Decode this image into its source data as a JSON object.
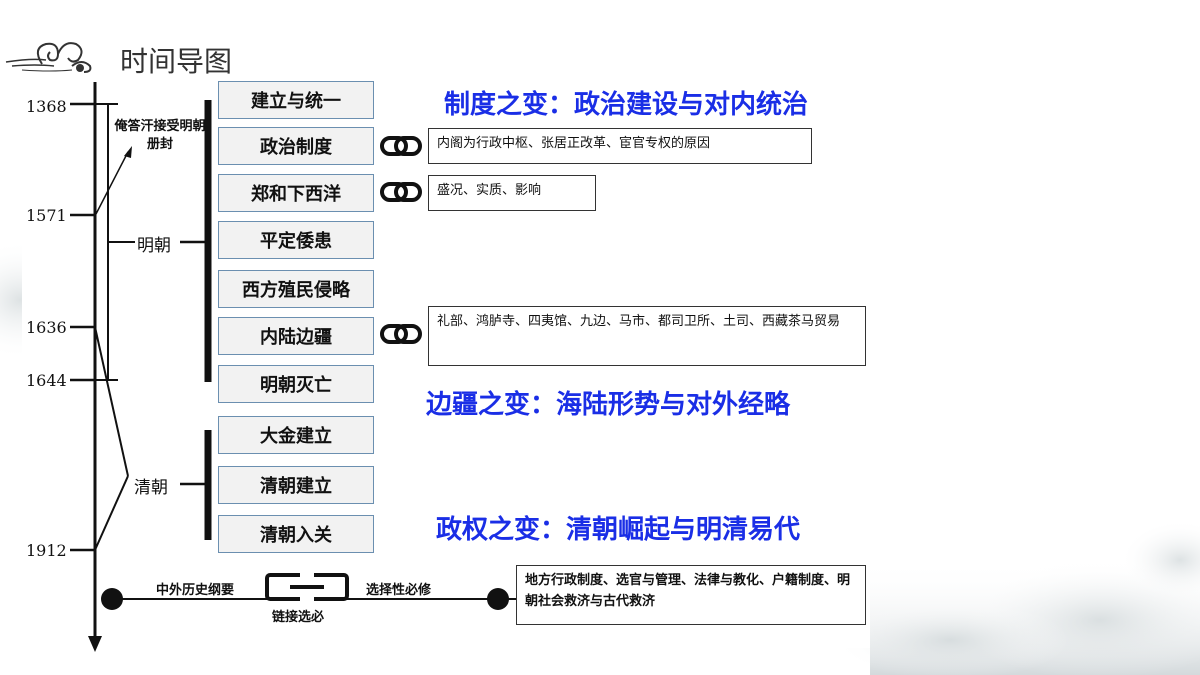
{
  "page_title": "时间导图",
  "timeline": {
    "years": [
      "1368",
      "1571",
      "1636",
      "1644",
      "1912"
    ],
    "dynasties": {
      "ming": "明朝",
      "qing": "清朝"
    },
    "note": "俺答汗接受明朝册封"
  },
  "ming_topics": [
    "建立与统一",
    "政治制度",
    "郑和下西洋",
    "平定倭患",
    "西方殖民侵略",
    "内陆边疆",
    "明朝灭亡"
  ],
  "qing_topics": [
    "大金建立",
    "清朝建立",
    "清朝入关"
  ],
  "details": {
    "politics": "内阁为行政中枢、张居正改革、宦官专权的原因",
    "zhenghe": "盛况、实质、影响",
    "frontier": "礼部、鸿胪寺、四夷馆、九边、马市、都司卫所、土司、西藏茶马贸易",
    "elective": "地方行政制度、选官与管理、法律与教化、户籍制度、明朝社会救济与古代救济"
  },
  "headings": {
    "system": "制度之变：政治建设与对内统治",
    "frontier": "边疆之变：海陆形势与对外经略",
    "regime": "政权之变：清朝崛起与明清易代"
  },
  "link_bar": {
    "left_label": "中外历史纲要",
    "right_label": "选择性必修",
    "center_label": "链接选必"
  },
  "icons": [
    "cloud-ornament-icon",
    "chain-link-icon"
  ]
}
